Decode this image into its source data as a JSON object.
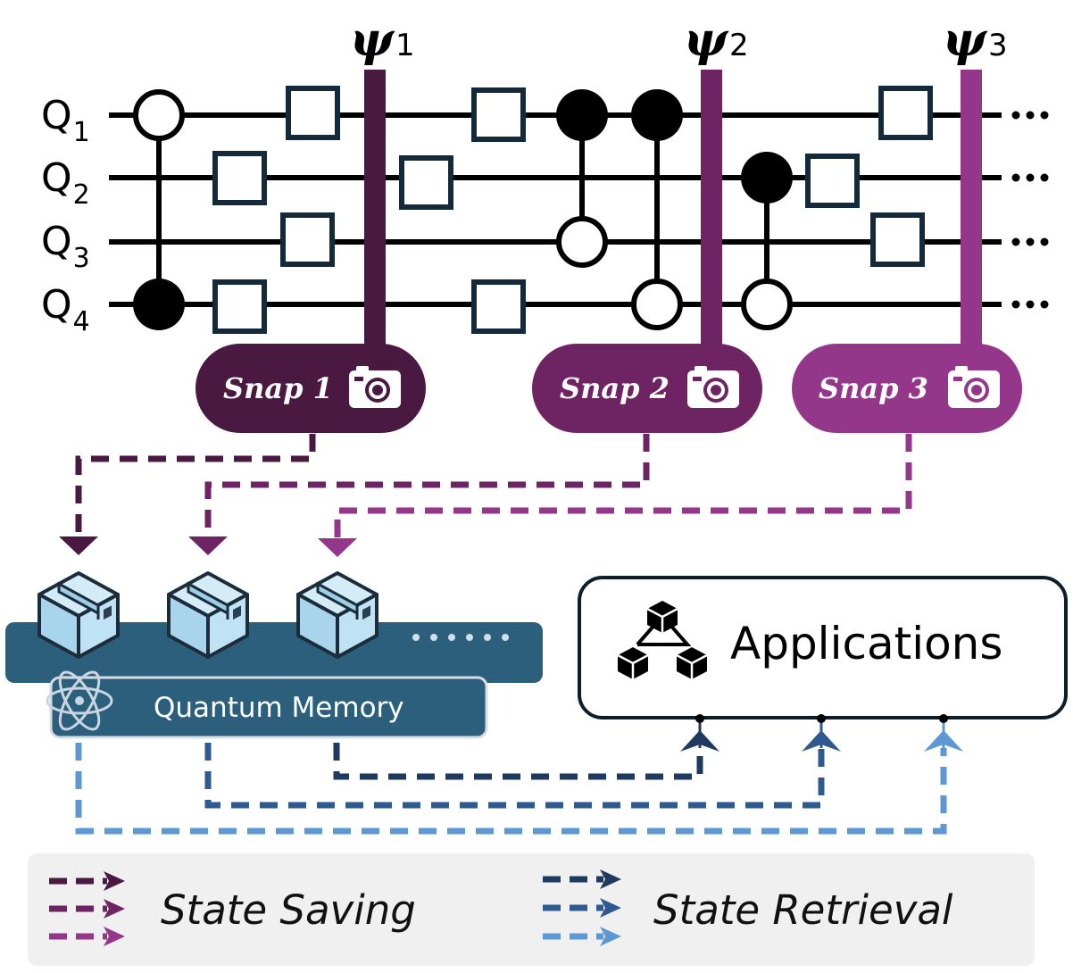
{
  "qubits": [
    {
      "letter": "Q",
      "index": "1"
    },
    {
      "letter": "Q",
      "index": "2"
    },
    {
      "letter": "Q",
      "index": "3"
    },
    {
      "letter": "Q",
      "index": "4"
    }
  ],
  "states": [
    {
      "symbol": "ψ",
      "index": "1"
    },
    {
      "symbol": "ψ",
      "index": "2"
    },
    {
      "symbol": "ψ",
      "index": "3"
    }
  ],
  "snapshots": [
    {
      "label": "Snap 1",
      "color": "#4a1942",
      "icon": "camera-icon"
    },
    {
      "label": "Snap 2",
      "color": "#6e2462",
      "icon": "camera-icon"
    },
    {
      "label": "Snap 3",
      "color": "#94368a",
      "icon": "camera-icon"
    }
  ],
  "memory": {
    "label": "Quantum Memory",
    "icon": "atom-icon",
    "cell_icon": "box-icon",
    "color": "#2c5f7c"
  },
  "applications": {
    "label": "Applications",
    "icon": "network-blocks-icon"
  },
  "retrieval_colors": [
    "#1e3a5f",
    "#2e5a8f",
    "#5e98d4"
  ],
  "legend": {
    "saving_label": "State Saving",
    "retrieval_label": "State Retrieval",
    "saving_colors": [
      "#4a1942",
      "#6e2462",
      "#94368a"
    ],
    "retrieval_colors": [
      "#1e3a5f",
      "#2e5a8f",
      "#5e98d4"
    ]
  }
}
